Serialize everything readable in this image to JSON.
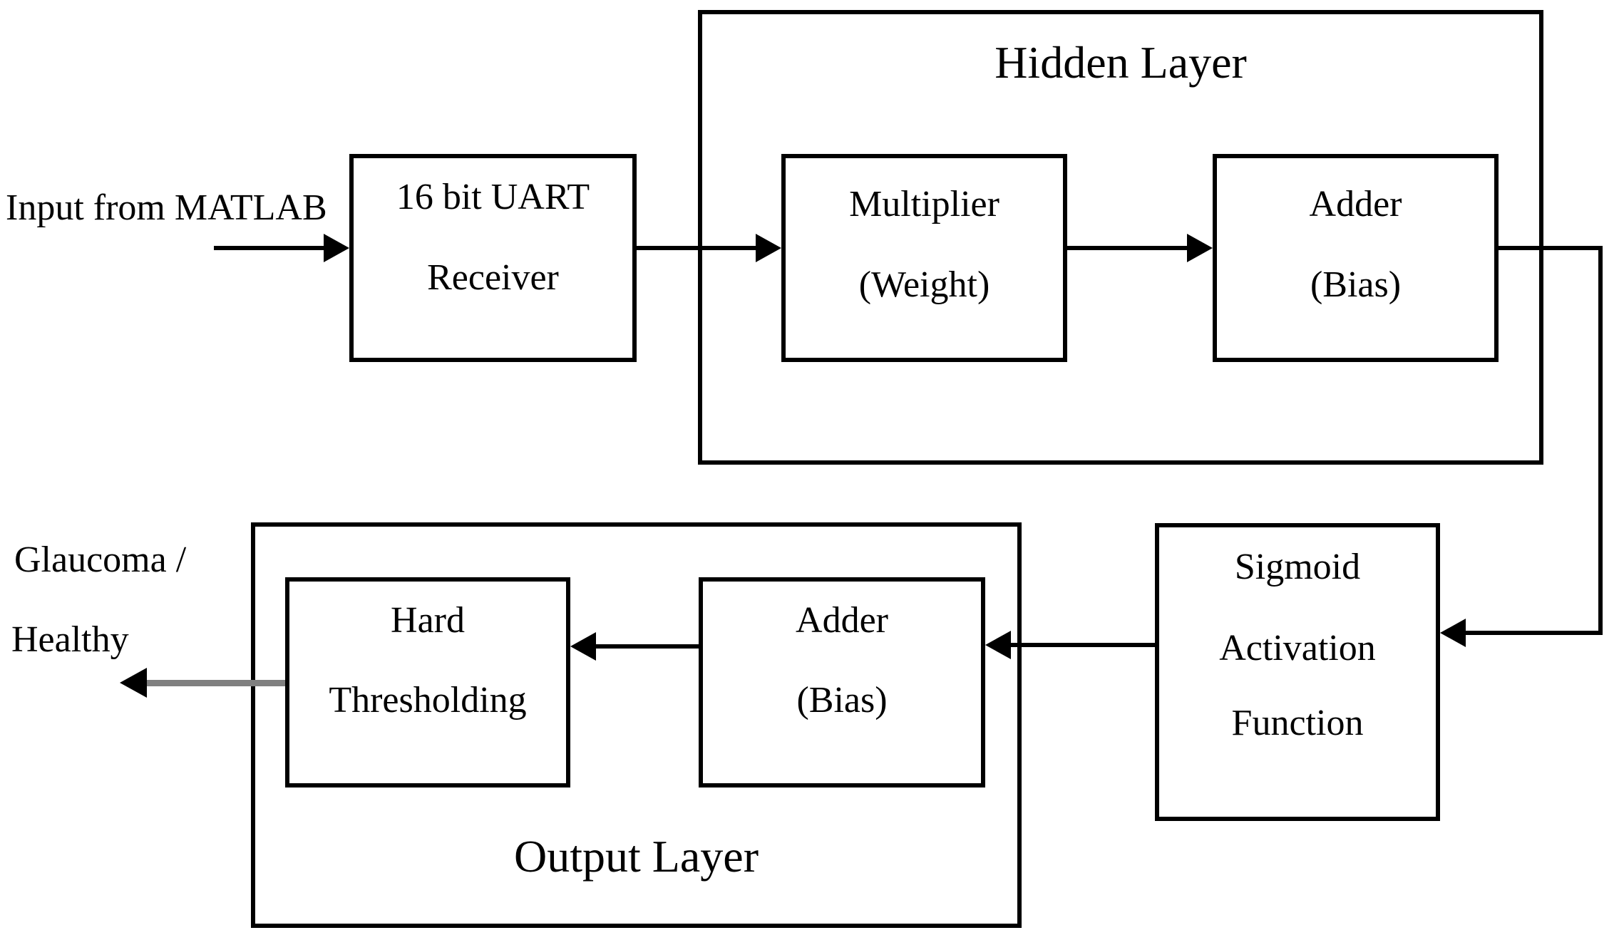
{
  "diagram": {
    "description": "Block diagram of neural network hardware flow for glaucoma detection",
    "background_color": "#ffffff",
    "line_color": "#000000",
    "output_arrow_color": "#808080"
  },
  "labels": {
    "input": "Input from MATLAB",
    "result_line1": "Glaucoma /",
    "result_line2": "Healthy"
  },
  "containers": {
    "hidden_layer": {
      "title": "Hidden Layer"
    },
    "output_layer": {
      "title": "Output Layer"
    }
  },
  "nodes": {
    "uart": {
      "line1": "16 bit UART",
      "line2": "Receiver"
    },
    "multiplier": {
      "line1": "Multiplier",
      "line2": "(Weight)"
    },
    "adder_hidden": {
      "line1": "Adder",
      "line2": "(Bias)"
    },
    "sigmoid": {
      "line1": "Sigmoid",
      "line2": "Activation",
      "line3": "Function"
    },
    "adder_output": {
      "line1": "Adder",
      "line2": "(Bias)"
    },
    "hard_thresholding": {
      "line1": "Hard",
      "line2": "Thresholding"
    }
  }
}
